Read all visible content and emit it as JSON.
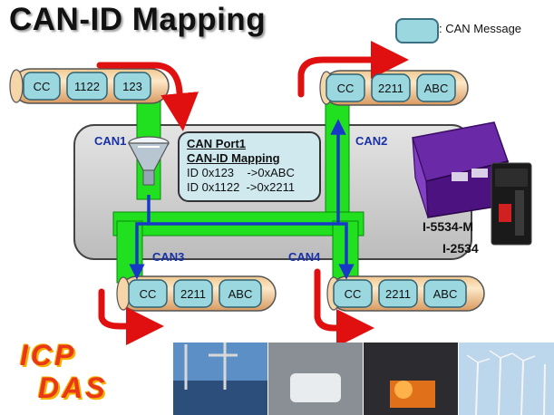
{
  "title": "CAN-ID Mapping",
  "legend": {
    "label": ": CAN Message"
  },
  "ports": {
    "can1": "CAN1",
    "can2": "CAN2",
    "can3": "CAN3",
    "can4": "CAN4"
  },
  "input_frame": [
    "CC",
    "1122",
    "123"
  ],
  "output_frames": {
    "can2": [
      "CC",
      "2211",
      "ABC"
    ],
    "can3": [
      "CC",
      "2211",
      "ABC"
    ],
    "can4": [
      "CC",
      "2211",
      "ABC"
    ]
  },
  "mapping": {
    "port": "CAN Port1",
    "heading": "CAN-ID Mapping",
    "rules": [
      "ID 0x123    ->0xABC",
      "ID 0x1122  ->0x2211"
    ]
  },
  "products": [
    "I-5534-M",
    "I-2534"
  ],
  "logo": {
    "line1": "ICP",
    "line2": "DAS"
  },
  "colors": {
    "bus": "#20e020",
    "arrow_red": "#e01010",
    "arrow_blue": "#1838c8",
    "message": "#9ad7de"
  }
}
